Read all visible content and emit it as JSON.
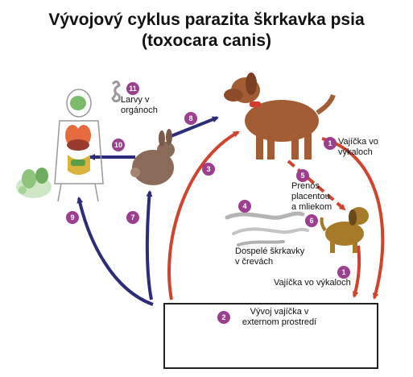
{
  "title": {
    "line1": "Vývojový cyklus parazita škrkavka psia",
    "line2": "(toxocara canis)"
  },
  "labels": {
    "larvae_organs": [
      "Larvy v",
      "orgánoch"
    ],
    "eggs_feces_top": [
      "Vajíčka vo",
      "výkaloch"
    ],
    "transfer_placenta": [
      "Prenos",
      "placentou",
      "a mliekom"
    ],
    "adult_worms": [
      "Dospelé škrkavky",
      "v črevách"
    ],
    "eggs_feces_bottom": "Vajíčka vo výkaloch",
    "egg_development": [
      "Vývoj vajíčka v",
      "externom prostredí"
    ]
  },
  "steps": [
    "1",
    "1",
    "2",
    "3",
    "4",
    "5",
    "6",
    "7",
    "8",
    "9",
    "10",
    "11"
  ],
  "colors": {
    "red_arrow": "#d0432f",
    "blue_arrow": "#2c2c78",
    "badge": "#9b3f8e",
    "dog_brown": "#a35d35",
    "puppy_brown": "#a77a2a",
    "rabbit_brown": "#8a6a58",
    "worm_gray": "#b5b5b5"
  },
  "icons": [
    "human-body-icon",
    "dog-icon",
    "rabbit-icon",
    "puppy-icon",
    "worms-icon",
    "egg-icon",
    "larva-coil-icon",
    "plant-icon"
  ]
}
